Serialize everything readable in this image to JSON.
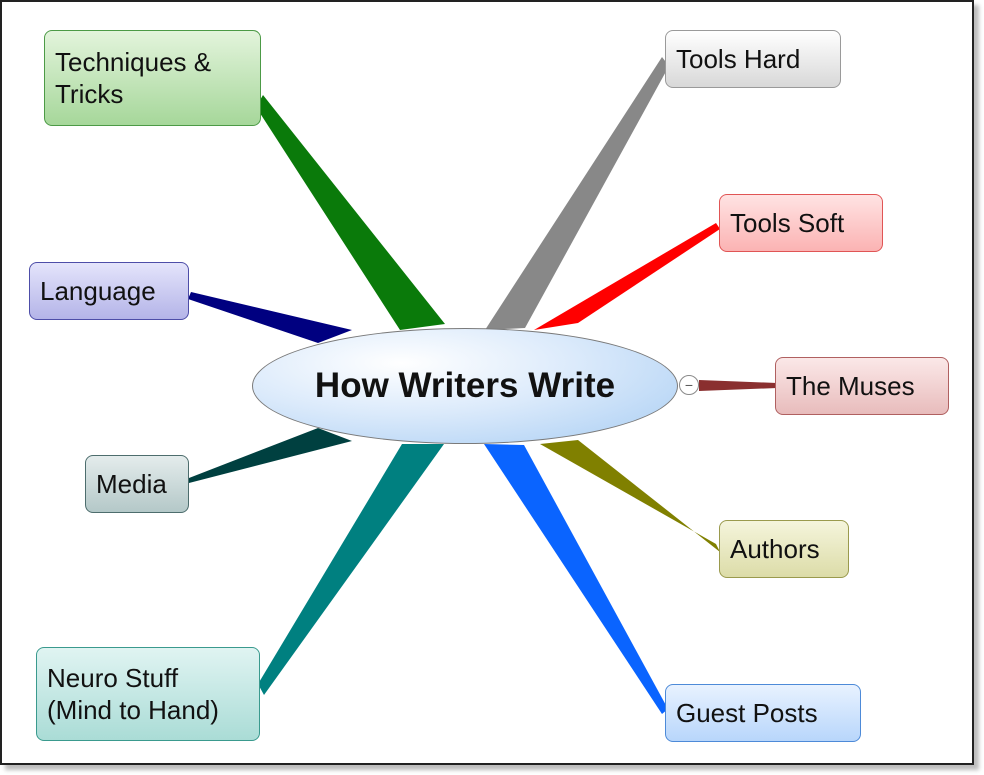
{
  "center": {
    "label": "How Writers Write"
  },
  "collapse_glyph": "−",
  "branches": [
    {
      "id": "techniques",
      "label": "Techniques &\nTricks",
      "line_color": "#0a7a0a",
      "fill_top": "#e3f4dc",
      "fill_bottom": "#a6d79a",
      "border": "#4c9a46"
    },
    {
      "id": "tools-hard",
      "label": "Tools Hard",
      "line_color": "#888888",
      "fill_top": "#ffffff",
      "fill_bottom": "#d8d8d8",
      "border": "#9a9a9a"
    },
    {
      "id": "tools-soft",
      "label": "Tools Soft",
      "line_color": "#ff0000",
      "fill_top": "#ffe3e3",
      "fill_bottom": "#fbb3b3",
      "border": "#e05555"
    },
    {
      "id": "language",
      "label": "Language",
      "line_color": "#000080",
      "fill_top": "#e4e4fb",
      "fill_bottom": "#b4b4e8",
      "border": "#4d4da8"
    },
    {
      "id": "the-muses",
      "label": "The Muses",
      "line_color": "#8a2f2f",
      "fill_top": "#fbe8e8",
      "fill_bottom": "#e8bcbc",
      "border": "#b06060"
    },
    {
      "id": "media",
      "label": "Media",
      "line_color": "#004040",
      "fill_top": "#e4ecec",
      "fill_bottom": "#b4c8c8",
      "border": "#4d6d6d"
    },
    {
      "id": "authors",
      "label": "Authors",
      "line_color": "#808000",
      "fill_top": "#f5f5dc",
      "fill_bottom": "#dcdca8",
      "border": "#9a9a4d"
    },
    {
      "id": "neuro",
      "label": "Neuro Stuff\n(Mind to Hand)",
      "line_color": "#008080",
      "fill_top": "#e0f4f2",
      "fill_bottom": "#aadcd6",
      "border": "#3a9a8e"
    },
    {
      "id": "guest-posts",
      "label": "Guest Posts",
      "line_color": "#0a64ff",
      "fill_top": "#e8f2ff",
      "fill_bottom": "#b8d6fb",
      "border": "#4d8ad8"
    }
  ]
}
